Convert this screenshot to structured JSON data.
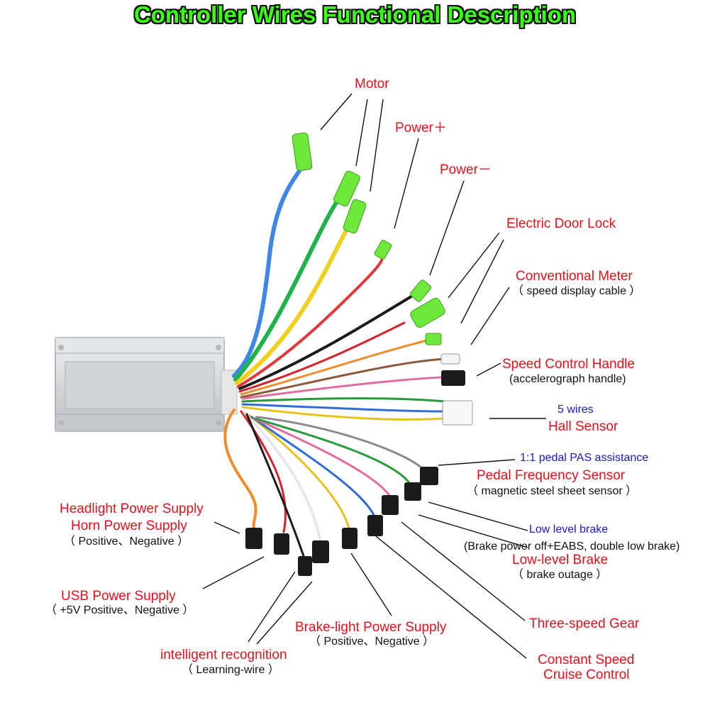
{
  "title": "Controller Wires Functional Description",
  "labels": {
    "motor": "Motor",
    "power_plus": "Power＋",
    "power_minus": "Power－",
    "door_lock": "Electric Door Lock",
    "meter": "Conventional Meter",
    "meter_sub": "（ speed display cable ）",
    "handle": "Speed Control Handle",
    "handle_sub": "(accelerograph handle)",
    "hall_wires": "5 wires",
    "hall": "Hall Sensor",
    "pas": "1:1 pedal PAS assistance",
    "pedal": "Pedal Frequency Sensor",
    "pedal_sub": "（ magnetic steel sheet sensor ）",
    "low_brake": "Low level brake",
    "low_brake_sub": "(Brake power off+EABS, double low brake)",
    "low_brake2": "Low-level Brake",
    "low_brake2_sub": "（ brake outage ）",
    "headlight": "Headlight Power Supply",
    "horn": "Horn Power Supply",
    "headlight_sub": "（ Positive、Negative ）",
    "usb": "USB Power Supply",
    "usb_sub": "（ +5V Positive、Negative ）",
    "brake_light": "Brake-light Power Supply",
    "brake_light_sub": "（ Positive、Negative ）",
    "intelligent": "intelligent  recognition",
    "intelligent_sub": "（ Learning-wire ）",
    "three_speed": "Three-speed Gear",
    "cruise": "Constant Speed",
    "cruise2": "Cruise Control"
  },
  "colors": {
    "label_red": "#e8111b",
    "label_blue": "#1717d8",
    "title_green": "#39ff14",
    "connector_green": "#6ee83a",
    "housing": "#d9dde1"
  }
}
